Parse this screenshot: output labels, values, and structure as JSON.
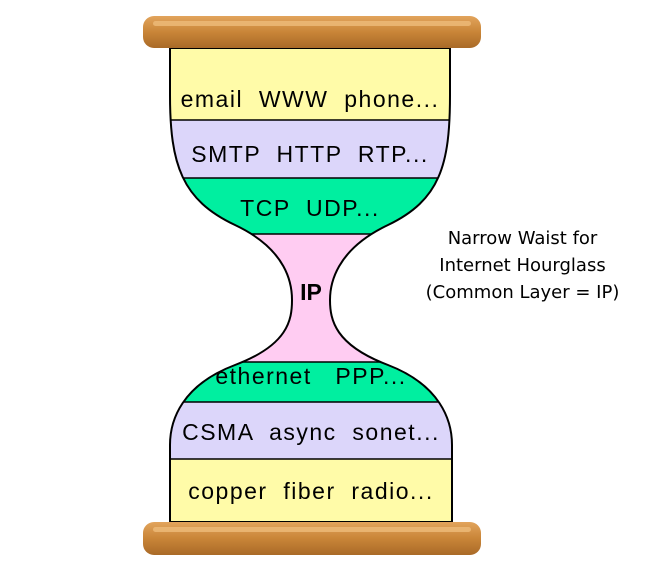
{
  "layers": [
    {
      "label": "email  WWW  phone...",
      "color": "#FFFBA8"
    },
    {
      "label": "SMTP  HTTP  RTP...",
      "color": "#DCD6FA"
    },
    {
      "label": "TCP  UDP...",
      "color": "#00EFA0"
    },
    {
      "label": "IP",
      "color": "#FFCCF2"
    },
    {
      "label": "ethernet   PPP...",
      "color": "#00EFA0"
    },
    {
      "label": "CSMA  async  sonet...",
      "color": "#DCD6FA"
    },
    {
      "label": "copper  fiber  radio...",
      "color": "#FFFBA8"
    }
  ],
  "caption": {
    "line1": "Narrow Waist for",
    "line2": "Internet Hourglass",
    "line3": "(Common Layer = IP)"
  },
  "colors": {
    "rod": "#C8873E",
    "rod_highlight": "#E7B06A",
    "outline": "#000000"
  }
}
